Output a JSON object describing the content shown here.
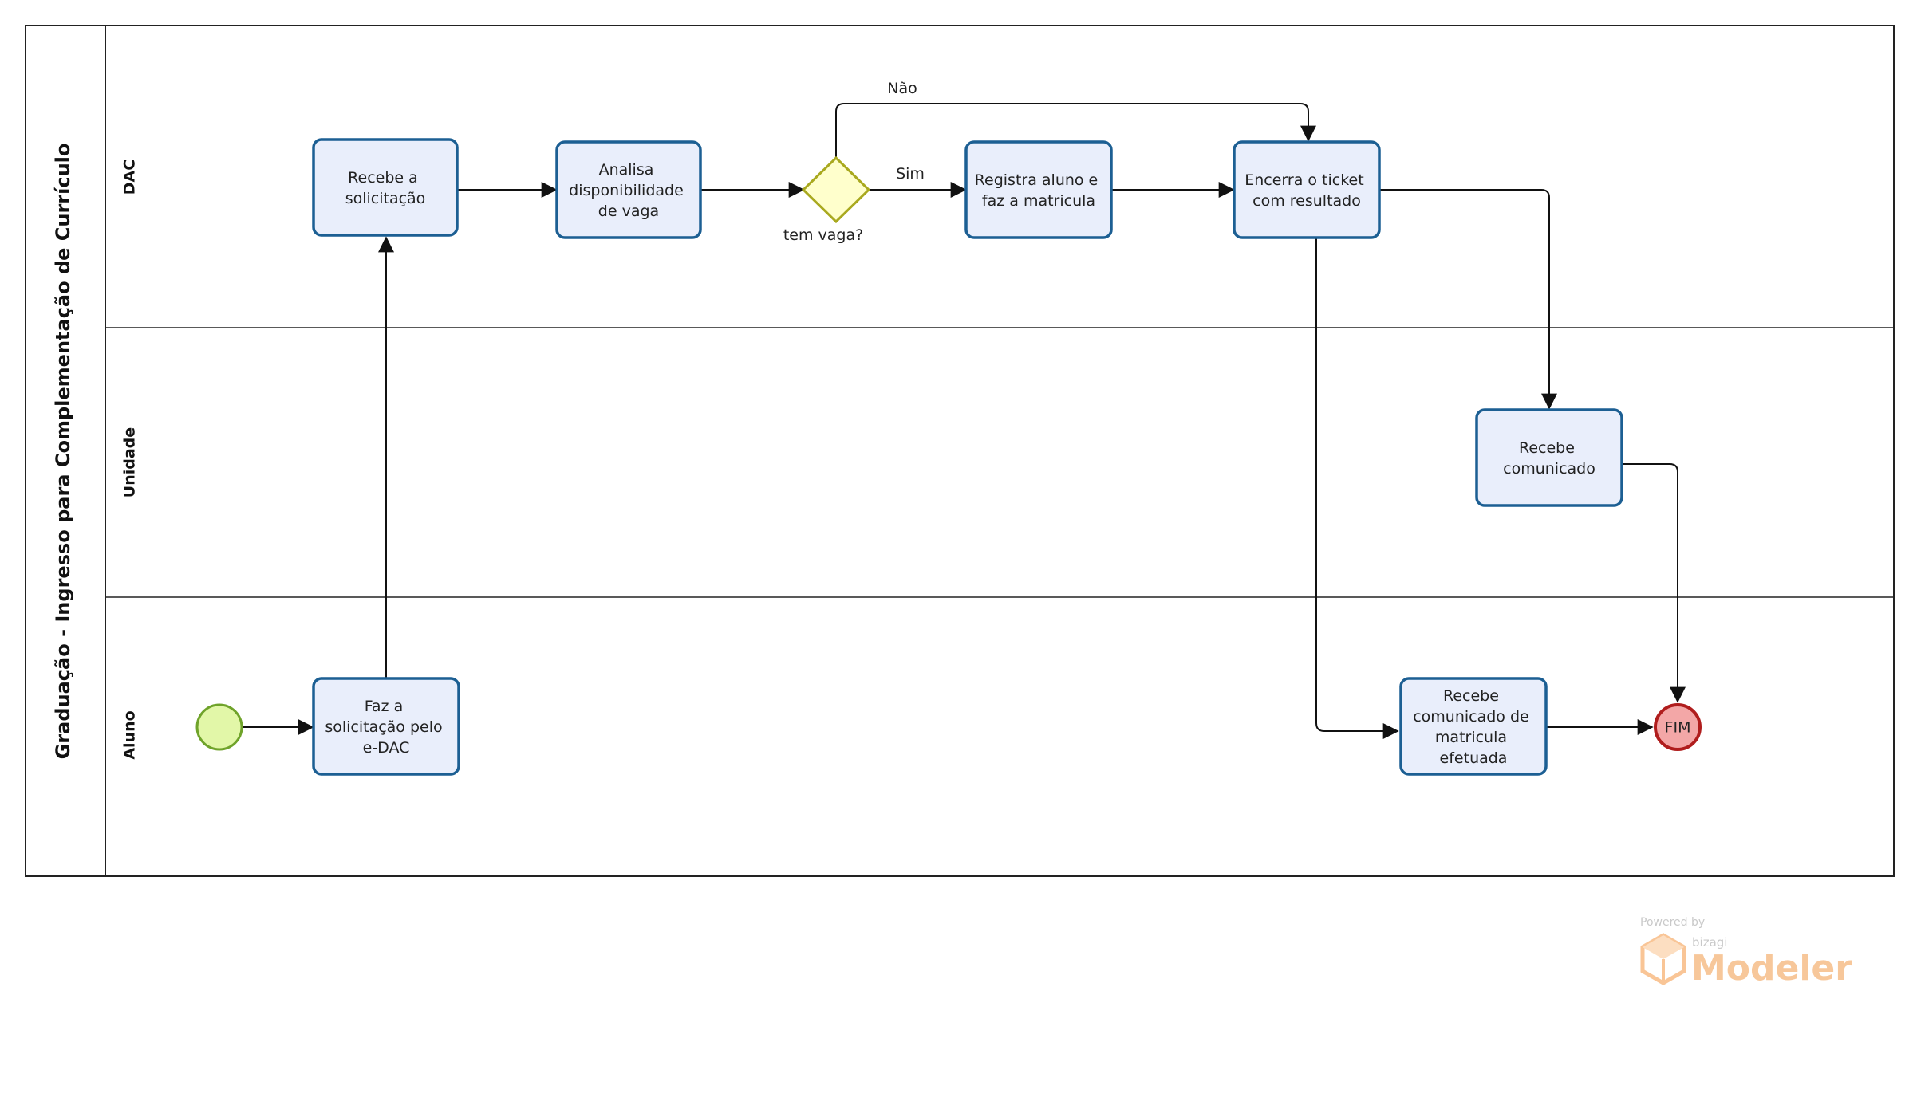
{
  "pool": {
    "title": "Graduação - Ingresso para Complementação de Currículo"
  },
  "lanes": [
    {
      "id": "dac",
      "label": "DAC"
    },
    {
      "id": "unidade",
      "label": "Unidade"
    },
    {
      "id": "aluno",
      "label": "Aluno"
    }
  ],
  "tasks": {
    "recebe_solicitacao": [
      "Recebe a",
      "solicitação"
    ],
    "analisa_vaga": [
      "Analisa",
      "disponibilidade",
      "de vaga"
    ],
    "registra_aluno": [
      "Registra aluno e",
      "faz a matricula"
    ],
    "encerra_ticket": [
      "Encerra o ticket",
      "com resultado"
    ],
    "recebe_comunicado": [
      "Recebe",
      "comunicado"
    ],
    "faz_solicitacao": [
      "Faz a",
      "solicitação pelo",
      "e-DAC"
    ],
    "recebe_comunicado_matricula": [
      "Recebe",
      "comunicado de",
      "matricula",
      "efetuada"
    ]
  },
  "gateway": {
    "label": "tem vaga?"
  },
  "flow_labels": {
    "yes": "Sim",
    "no": "Não"
  },
  "end_event": {
    "label": "FIM"
  },
  "colors": {
    "task_fill": "#e9eefb",
    "task_border": "#1c5f93",
    "gateway_fill": "#ffffcc",
    "gateway_border": "#a9a91f",
    "start_fill": "#e2f7a8",
    "start_border": "#6fa32a",
    "end_fill": "#f3a7a7",
    "end_border": "#b01d1d"
  },
  "watermark": {
    "powered_by": "Powered by",
    "brand": "bizagi",
    "product": "Modeler"
  }
}
